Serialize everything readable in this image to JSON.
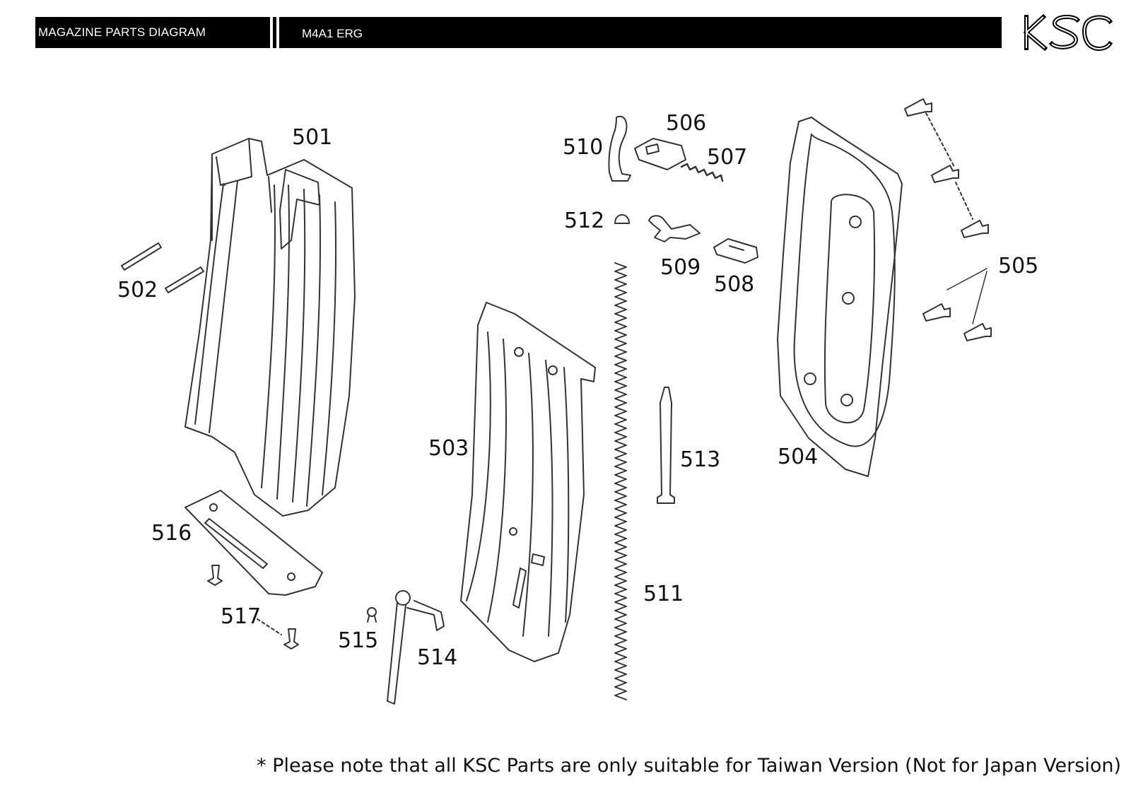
{
  "header": {
    "left_title": "MAGAZINE PARTS DIAGRAM",
    "right_title": "M4A1 ERG",
    "brand_logo": "KSC"
  },
  "parts": {
    "p501": "501",
    "p502": "502",
    "p503": "503",
    "p504": "504",
    "p505": "505",
    "p506": "506",
    "p507": "507",
    "p508": "508",
    "p509": "509",
    "p510": "510",
    "p511": "511",
    "p512": "512",
    "p513": "513",
    "p514": "514",
    "p515": "515",
    "p516": "516",
    "p517": "517"
  },
  "footer": {
    "note": "* Please note that all KSC Parts are only suitable for Taiwan Version (Not  for Japan Version)"
  }
}
